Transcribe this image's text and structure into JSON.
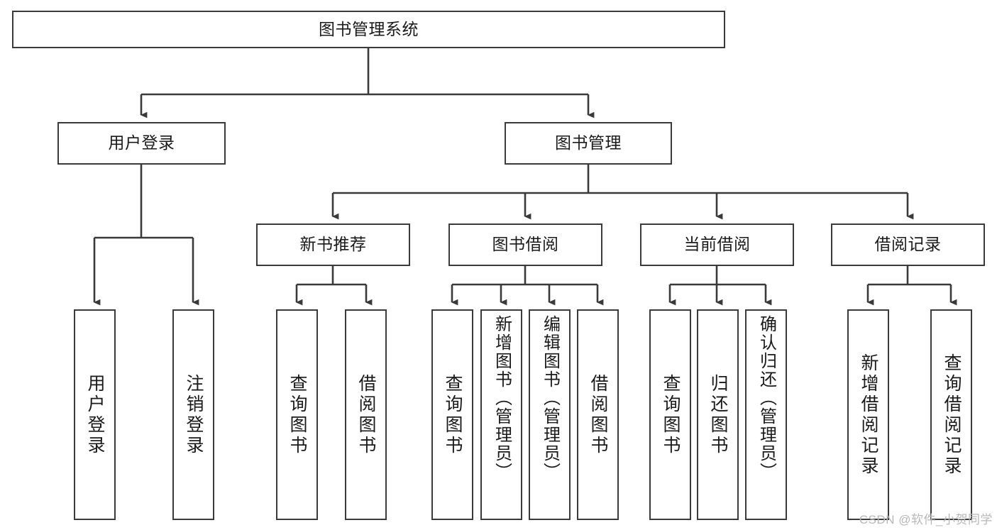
{
  "diagram": {
    "title": "图书管理系统",
    "type": "tree-hierarchy",
    "root": {
      "label": "图书管理系统"
    },
    "level2": [
      {
        "label": "用户登录"
      },
      {
        "label": "图书管理"
      }
    ],
    "level3": [
      {
        "label": "新书推荐"
      },
      {
        "label": "图书借阅"
      },
      {
        "label": "当前借阅"
      },
      {
        "label": "借阅记录"
      }
    ],
    "leaves": {
      "user_login": [
        {
          "label": "用户登录"
        },
        {
          "label": "注销登录"
        }
      ],
      "new_book_recommend": [
        {
          "label": "查询图书"
        },
        {
          "label": "借阅图书"
        }
      ],
      "book_borrow": [
        {
          "label": "查询图书"
        },
        {
          "label": "新增图书（管理员）"
        },
        {
          "label": "编辑图书（管理员）"
        },
        {
          "label": "借阅图书"
        }
      ],
      "current_borrow": [
        {
          "label": "查询图书"
        },
        {
          "label": "归还图书"
        },
        {
          "label": "确认归还（管理员）"
        }
      ],
      "borrow_record": [
        {
          "label": "新增借阅记录"
        },
        {
          "label": "查询借阅记录"
        }
      ]
    },
    "colors": {
      "stroke": "#3a3a3a",
      "fill": "#ffffff",
      "text": "#1a1a1a",
      "watermark": "#b7b7b7"
    }
  },
  "watermark": {
    "text": "CSDN @软件_小贺同学"
  }
}
